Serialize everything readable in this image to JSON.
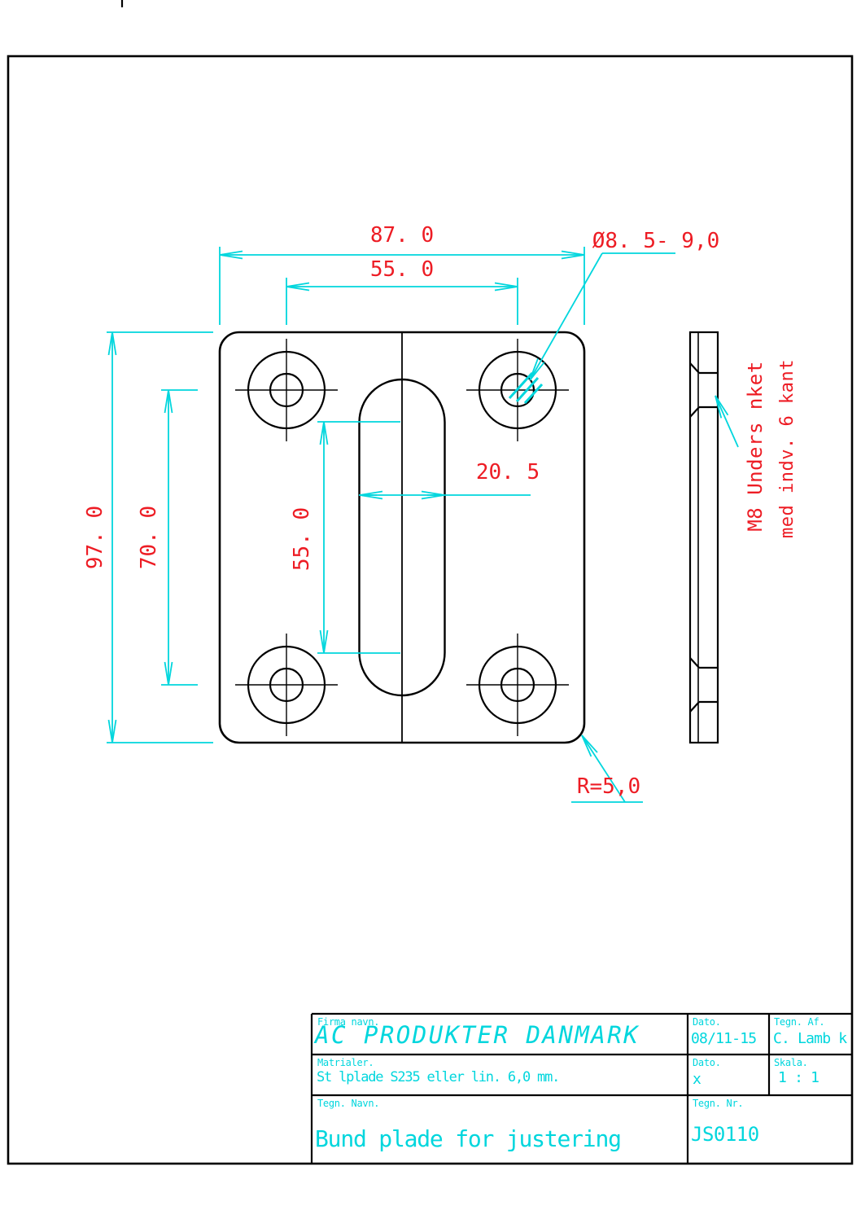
{
  "colors": {
    "geometry": "#000000",
    "dimension_lines": "#00d6dd",
    "dimension_text": "#ed1c24",
    "title_text": "#00d6dd",
    "background": "#ffffff"
  },
  "dimensions": {
    "plate_width": "87. 0",
    "hole_spacing_h": "55. 0",
    "hole_diameter": "Ø8. 5- 9,0",
    "plate_height": "97. 0",
    "hole_spacing_v": "70. 0",
    "slot_length": "55. 0",
    "slot_width": "20. 5",
    "corner_radius": "R=5,0",
    "countersink_note_line1": "M8 Unders nket",
    "countersink_note_line2": "med indv. 6 kant"
  },
  "title_block": {
    "company_label": "Firma navn.",
    "company_name": "AC PRODUKTER DANMARK",
    "date_label": "Dato.",
    "date_value": "08/11-15",
    "drawn_by_label": "Tegn. Af.",
    "drawn_by_value": "C. Lamb k",
    "material_label": "Matrialer.",
    "material_value": "St lplade S235 eller lin. 6,0 mm.",
    "date2_label": "Dato.",
    "date2_value": "x",
    "scale_label": "Skala.",
    "scale_value": "1 : 1",
    "drawing_name_label": "Tegn. Navn.",
    "drawing_name_value": "Bund plade for justering",
    "drawing_number_label": "Tegn. Nr.",
    "drawing_number_value": "JS0110"
  }
}
